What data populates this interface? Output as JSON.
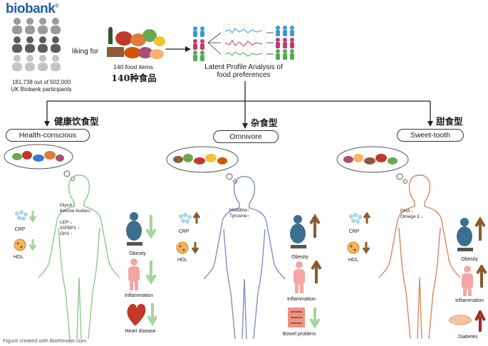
{
  "header": {
    "logo": "biobank",
    "participants": "181,738 out of 502,000\nUK Biobank participants",
    "liking_for": "liking for",
    "food_items_en": "140 food items",
    "food_items_cn": "140种食品",
    "lpa_label": "Latent Profile Analysis of\nfood preferences"
  },
  "groups": [
    {
      "cn": "健康饮食型",
      "en": "Health-conscious",
      "color": "#8cc98a",
      "body_notes": "GlycA ↓\nKetone bodies↑\n\nLEP ↓\nIGFBP1 ↑\nGH1 ↑",
      "crp": "CRP",
      "hdl": "HDL",
      "outcomes": [
        "Obesity",
        "Inflammation",
        "Heart disease"
      ]
    },
    {
      "cn": "杂食型",
      "en": "Omnivore",
      "color": "#7d8fc4",
      "body_notes": "Histidine↑\nTyrosine↑",
      "crp": "CRP",
      "hdl": "HDL",
      "outcomes": [
        "Obesity",
        "Inflammation",
        "Bowel problem"
      ]
    },
    {
      "cn": "甜食型",
      "en": "Sweet-tooth",
      "color": "#d9865c",
      "body_notes": "DHA ↓\nOmega 3 ↓",
      "crp": "CRP",
      "hdl": "HDL",
      "outcomes": [
        "Obesity",
        "Inflammation",
        "Diabetes"
      ]
    }
  ],
  "footer": "Figure created with BioRender.com",
  "colors": {
    "up_arrow": "#8b5a2b",
    "down_arrow": "#a6d39a",
    "diabetes_arrow": "#9a2a2a"
  }
}
